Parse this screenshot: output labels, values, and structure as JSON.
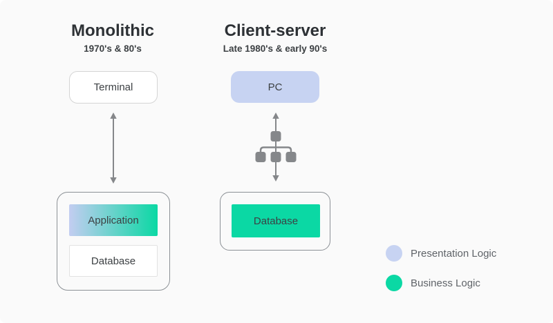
{
  "diagram": {
    "columns": [
      {
        "title": "Monolithic",
        "subtitle": "1970's & 80's",
        "nodes": [
          {
            "label": "Terminal",
            "type": "terminal"
          },
          {
            "label": "Application",
            "type": "presentation-and-business"
          },
          {
            "label": "Database",
            "type": "plain"
          }
        ],
        "connector_icon": "double-headed-arrow-icon"
      },
      {
        "title": "Client-server",
        "subtitle": "Late 1980's & early 90's",
        "nodes": [
          {
            "label": "PC",
            "type": "presentation"
          },
          {
            "label": "Database",
            "type": "business"
          }
        ],
        "connector_icon": "network-tree-icon"
      }
    ],
    "legend": {
      "items": [
        {
          "label": "Presentation Logic",
          "color": "#c7d3f2"
        },
        {
          "label": "Business Logic",
          "color": "#0bd8a4"
        }
      ]
    },
    "colors": {
      "background": "#fafafa",
      "presentation_logic": "#c7d3f2",
      "business_logic": "#0bd8a4",
      "application_gradient_start": "#c3cdf1",
      "application_gradient_end": "#0bd8a4",
      "connector_gray": "#85878a",
      "container_border": "#8b9095",
      "title_text": "#2d3135",
      "node_text": "#3c4043",
      "legend_text": "#5f6368"
    }
  }
}
